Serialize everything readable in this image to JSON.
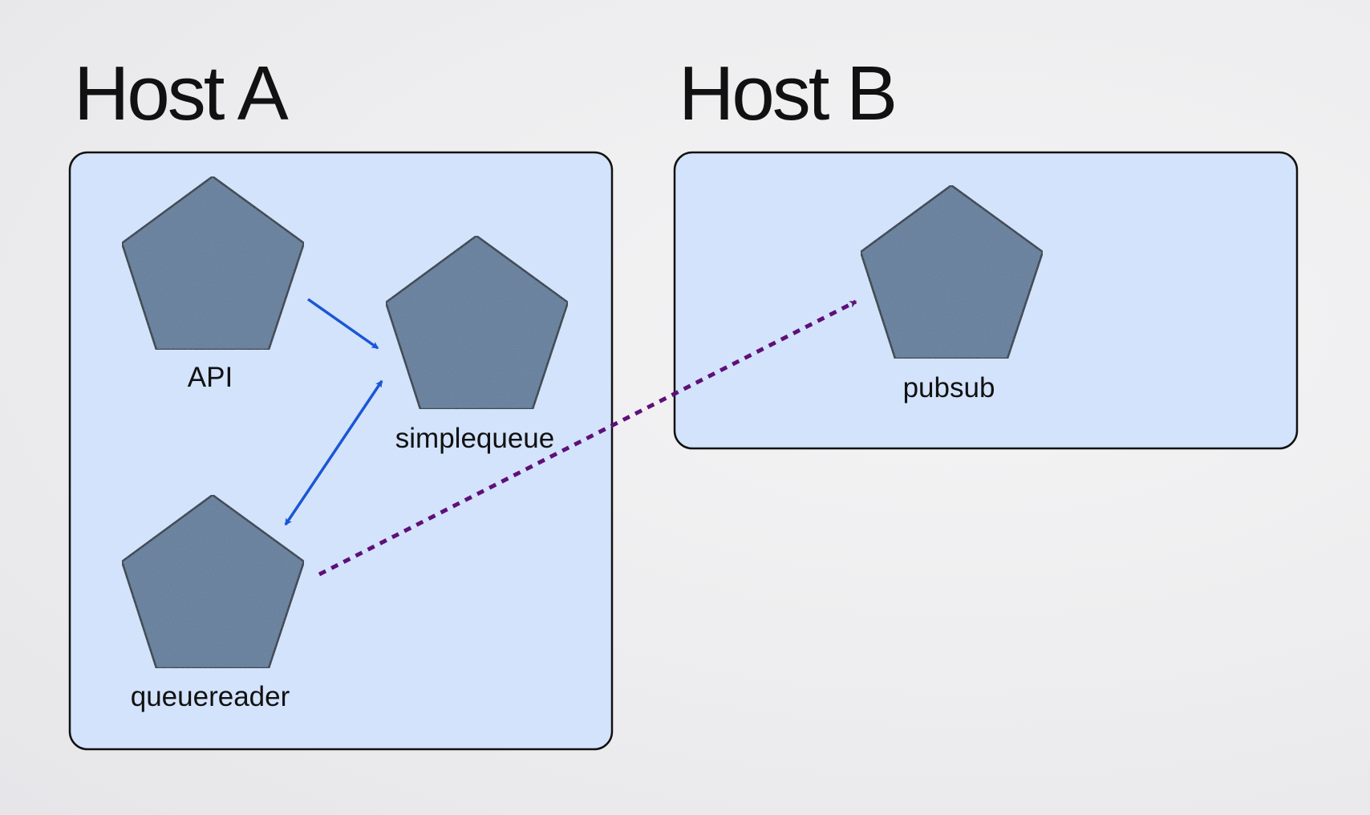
{
  "hosts": [
    {
      "id": "host-a",
      "title": "Host A"
    },
    {
      "id": "host-b",
      "title": "Host B"
    }
  ],
  "nodes": {
    "api": "API",
    "simplequeue": "simplequeue",
    "queuereader": "queuereader",
    "pubsub": "pubsub"
  },
  "edges": [
    {
      "from": "api",
      "to": "simplequeue",
      "style": "solid",
      "arrows": "end",
      "color": "#1a56d6"
    },
    {
      "from": "queuereader",
      "to": "simplequeue",
      "style": "solid",
      "arrows": "both",
      "color": "#1a56d6"
    },
    {
      "from": "queuereader",
      "to": "pubsub",
      "style": "dotted",
      "arrows": "end",
      "color": "#5e1078"
    }
  ],
  "colors": {
    "host_fill": "#d3e3fb",
    "host_border": "#111111",
    "node_fill": "#5e7896",
    "solid_arrow": "#1a56d6",
    "dotted_arrow": "#5e1078"
  }
}
